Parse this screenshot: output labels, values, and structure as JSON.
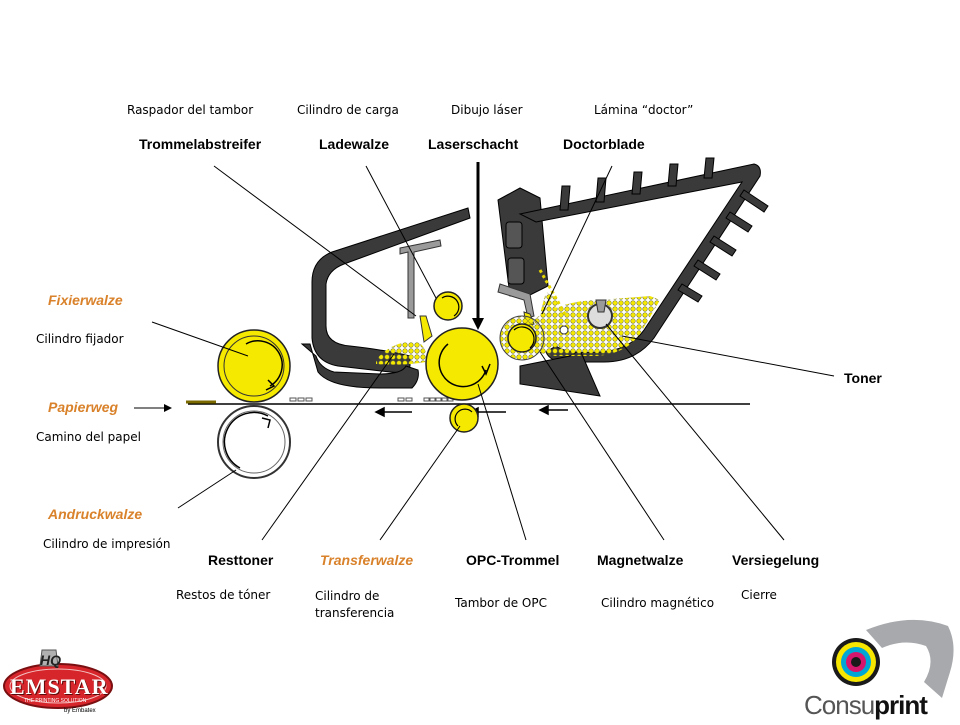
{
  "labels_es": {
    "raspador": "Raspador del tambor",
    "cilindro_carga": "Cilindro de carga",
    "dibujo_laser": "Dibujo láser",
    "lamina_doctor": "Lámina “doctor”",
    "cilindro_fijador": "Cilindro fijador",
    "camino_papel": "Camino del papel",
    "cilindro_impresion": "Cilindro de impresión",
    "restos_toner": "Restos de tóner",
    "cilindro_transferencia": "Cilindro de transferencia",
    "tambor_opc": "Tambor de OPC",
    "cilindro_magnetico": "Cilindro magnético",
    "cierre": "Cierre"
  },
  "labels_de": {
    "trommelabstreifer": "Trommelabstreifer",
    "ladewalze": "Ladewalze",
    "laserschacht": "Laserschacht",
    "doctorblade": "Doctorblade",
    "fixierwalze": "Fixierwalze",
    "papierweg": "Papierweg",
    "andruckwalze": "Andruckwalze",
    "toner": "Toner",
    "resttoner": "Resttoner",
    "transferwalze": "Transferwalze",
    "opc_trommel": "OPC-Trommel",
    "magnetwalze": "Magnetwalze",
    "versiegelung": "Versiegelung"
  },
  "logos": {
    "emstar_top": "HQ",
    "emstar_main": "EMSTAR",
    "emstar_tag": "THE PRINTING SOLUTION",
    "emstar_by": "by Embatex",
    "consuprint_a": "Consu",
    "consuprint_b": "print"
  },
  "colors": {
    "yellow": "#f5e900",
    "housing": "#3a3a3a",
    "orange_label": "#d9822b",
    "emstar_red": "#d7262b"
  }
}
